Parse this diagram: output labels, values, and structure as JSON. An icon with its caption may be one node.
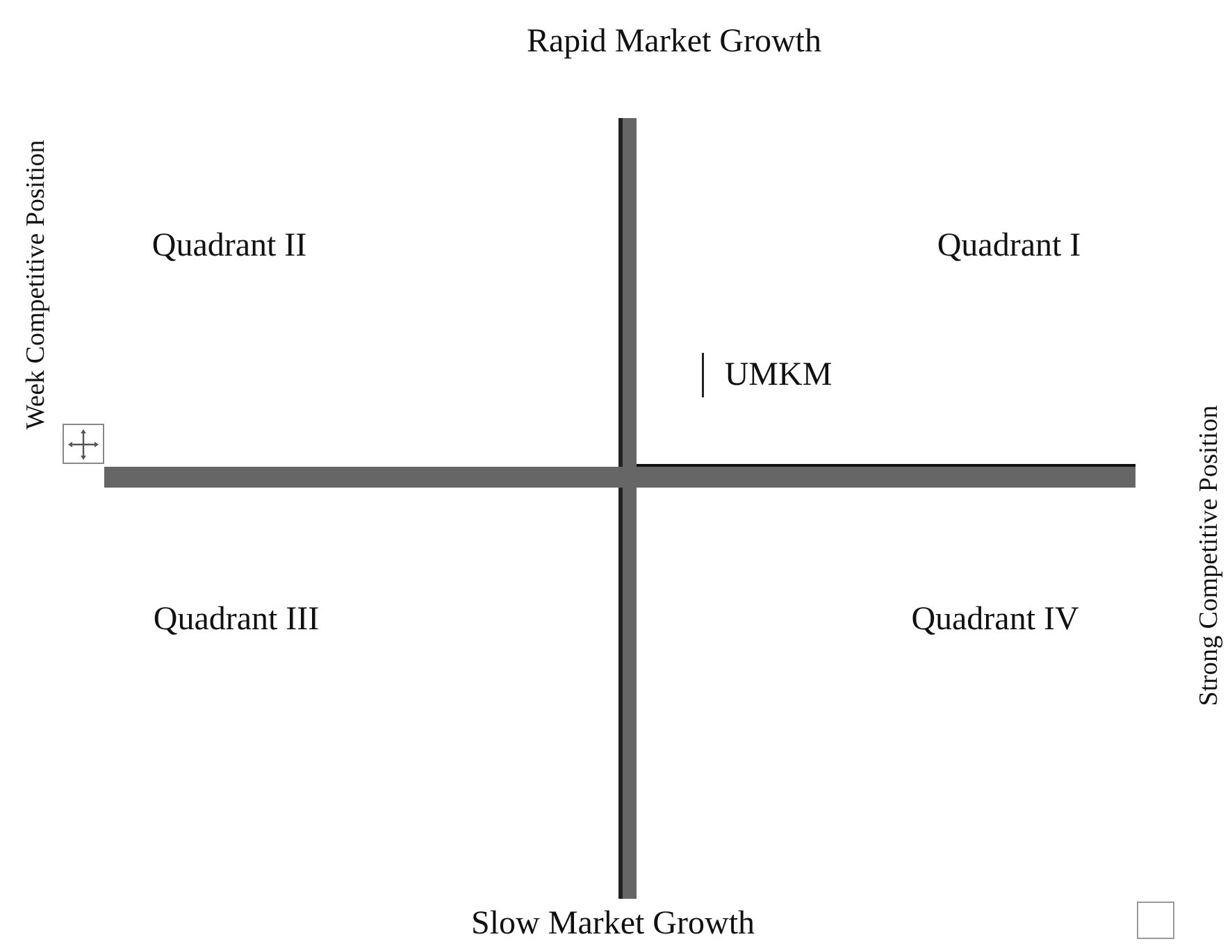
{
  "diagram": {
    "labels": [
      "Rapid Market Growth",
      "Week Competitive Position",
      "Quadrant II",
      "Quadrant I",
      "UMKM",
      "Quadrant III",
      "Quadrant IV",
      "Strong Competitive Position",
      "Slow Market Growth"
    ]
  }
}
